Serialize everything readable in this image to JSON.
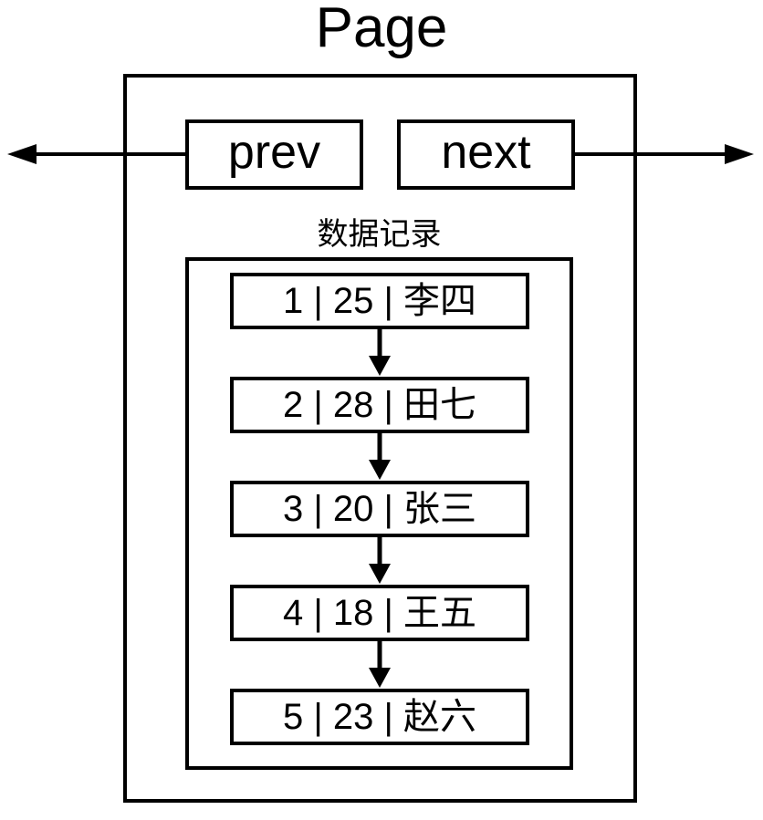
{
  "diagram": {
    "title": "Page",
    "pointers": {
      "prev_label": "prev",
      "next_label": "next"
    },
    "records_label": "数据记录",
    "records": [
      {
        "text": "1 | 25 | 李四",
        "fields": [
          "1",
          "25",
          "李四"
        ]
      },
      {
        "text": "2 | 28 | 田七",
        "fields": [
          "2",
          "28",
          "田七"
        ]
      },
      {
        "text": "3 | 20 | 张三",
        "fields": [
          "3",
          "20",
          "张三"
        ]
      },
      {
        "text": "4 | 18 | 王五",
        "fields": [
          "4",
          "18",
          "王五"
        ]
      },
      {
        "text": "5 | 23 | 赵六",
        "fields": [
          "5",
          "23",
          "赵六"
        ]
      }
    ],
    "colors": {
      "stroke": "#000000",
      "background": "#ffffff"
    }
  }
}
